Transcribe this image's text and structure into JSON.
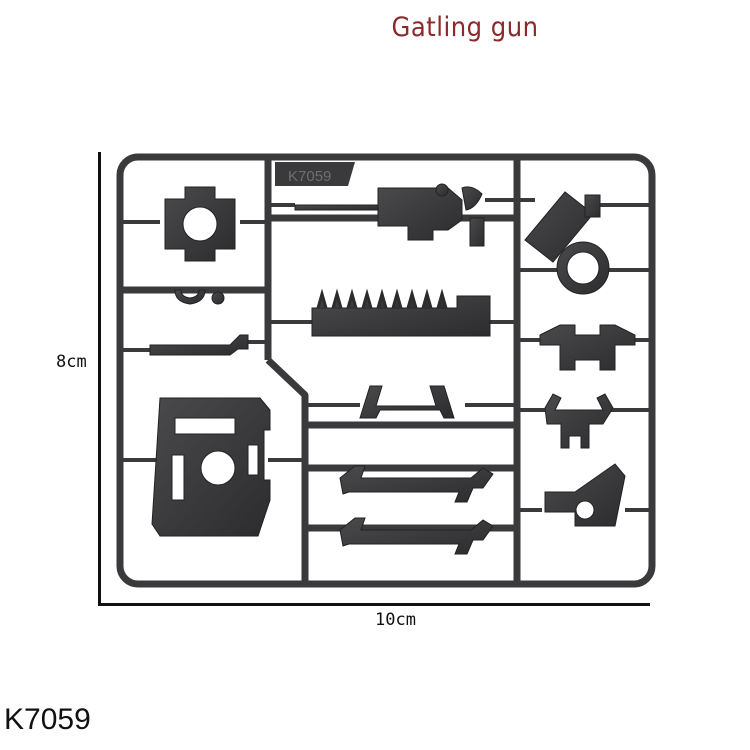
{
  "title": "Gatling gun",
  "dimensions": {
    "height_label": "8cm",
    "width_label": "10cm"
  },
  "product_code": "K7059",
  "sprue_tag": "K7059",
  "colors": {
    "title": "#8b2a2b",
    "plastic": "#3a3a3c",
    "text": "#111111",
    "background": "#ffffff"
  }
}
